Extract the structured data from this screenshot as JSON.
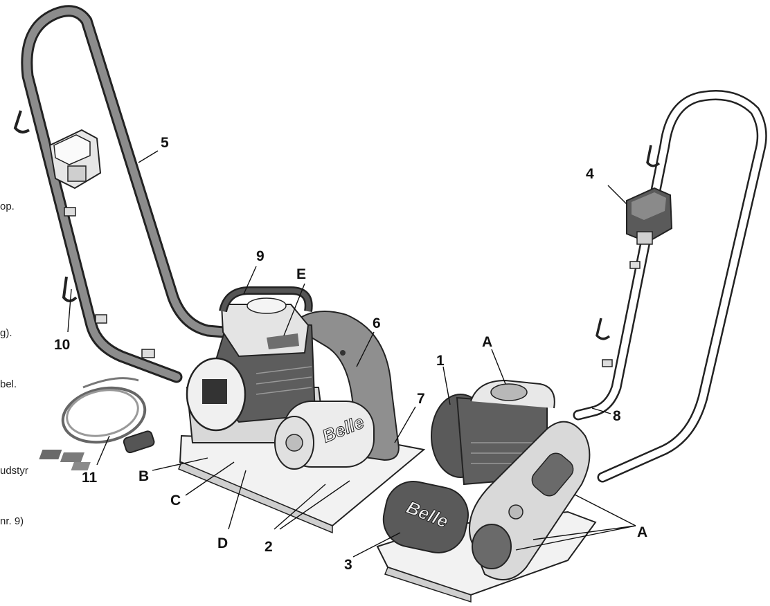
{
  "brand": "Belle",
  "labels": {
    "l1": "1",
    "l2": "2",
    "l3": "3",
    "l4": "4",
    "l5": "5",
    "l6": "6",
    "l7": "7",
    "l8": "8",
    "l9": "9",
    "l10": "10",
    "l11": "11",
    "lA_top": "A",
    "lA_bottom": "A",
    "lB": "B",
    "lC": "C",
    "lD": "D",
    "lE": "E"
  },
  "side_text_fragments": {
    "f1": "op.",
    "f2": "g).",
    "f3": "bel.",
    "f4": "udstyr",
    "f5": "nr. 9)"
  },
  "colors": {
    "machine_dark": "#5a5a5a",
    "machine_mid": "#9a9a9a",
    "machine_light": "#ececec",
    "outline": "#222222"
  }
}
